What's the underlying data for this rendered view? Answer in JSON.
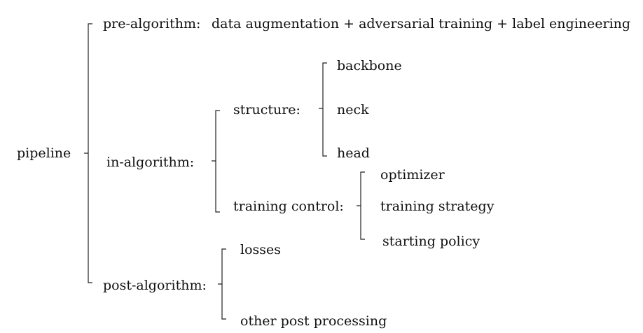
{
  "diagram": {
    "root": "pipeline",
    "pre_algorithm": {
      "label": "pre-algorithm:",
      "detail": "data augmentation + adversarial training + label engineering"
    },
    "in_algorithm": {
      "label": "in-algorithm:",
      "structure": {
        "label": "structure:",
        "items": [
          "backbone",
          "neck",
          "head"
        ]
      },
      "training_control": {
        "label": "training control:",
        "items": [
          "optimizer",
          "training strategy",
          "starting policy"
        ]
      }
    },
    "post_algorithm": {
      "label": "post-algorithm:",
      "items": [
        "losses",
        "other post processing"
      ]
    }
  }
}
